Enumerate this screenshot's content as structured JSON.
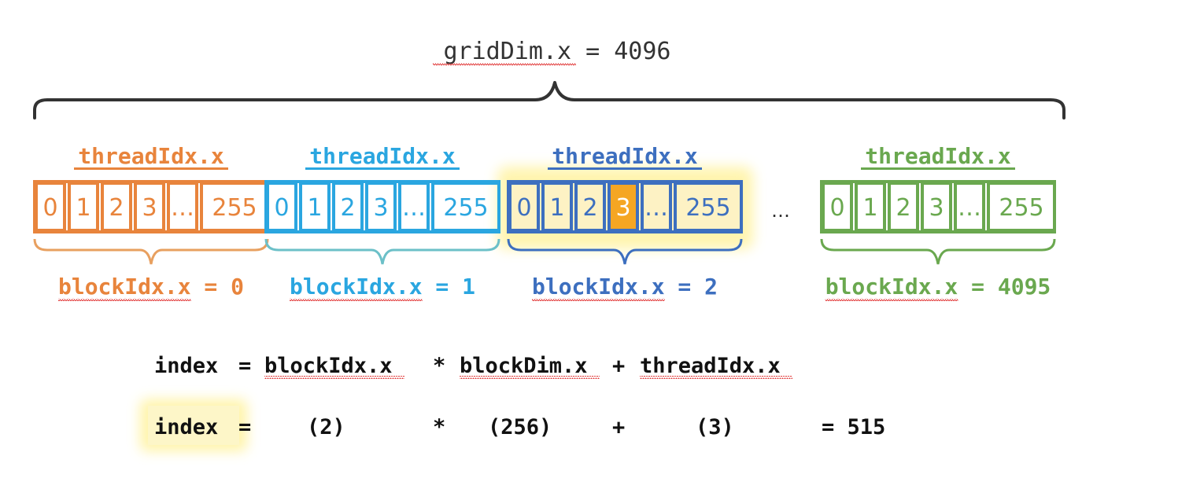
{
  "grid_label": "gridDim.x = 4096",
  "grid_label_parts": {
    "code": "gridDim.x",
    "rest": " = 4096"
  },
  "ellipsis": "…",
  "blocks": [
    {
      "thread_label": "threadIdx.x",
      "cells": [
        "0",
        "1",
        "2",
        "3",
        "…",
        "255"
      ],
      "block_label_code": "blockIdx.x",
      "block_label_rest": " = 0",
      "color": "#e8843c",
      "brace_color": "#e8a060",
      "highlight": false
    },
    {
      "thread_label": "threadIdx.x",
      "cells": [
        "0",
        "1",
        "2",
        "3",
        "…",
        "255"
      ],
      "block_label_code": "blockIdx.x",
      "block_label_rest": " = 1",
      "color": "#2aa6e0",
      "brace_color": "#6cc0c8",
      "highlight": false
    },
    {
      "thread_label": "threadIdx.x",
      "cells": [
        "0",
        "1",
        "2",
        "3",
        "…",
        "255"
      ],
      "block_label_code": "blockIdx.x",
      "block_label_rest": " = 2",
      "color": "#3d6fbf",
      "brace_color": "#3d6fbf",
      "highlight": true,
      "highlighted_cell": "3"
    },
    {
      "thread_label": "threadIdx.x",
      "cells": [
        "0",
        "1",
        "2",
        "3",
        "…",
        "255"
      ],
      "block_label_code": "blockIdx.x",
      "block_label_rest": " = 4095",
      "color": "#6aa84f",
      "brace_color": "#6aa84f",
      "highlight": false
    }
  ],
  "formula": {
    "line1": [
      "index",
      "=",
      "blockIdx.x",
      "*",
      "blockDim.x",
      "+",
      "threadIdx.x"
    ],
    "line2": [
      "index",
      "=",
      "(2)",
      "*",
      "(256)",
      "+",
      "(3)",
      "= 515"
    ]
  },
  "colors": {
    "grid_brace": "#333333",
    "highlight_glow": "#fff6b0",
    "highlight_cell": "#f5a623",
    "block_bg_highlight": "#fdf2c4",
    "spell_underline": "#e03030"
  }
}
